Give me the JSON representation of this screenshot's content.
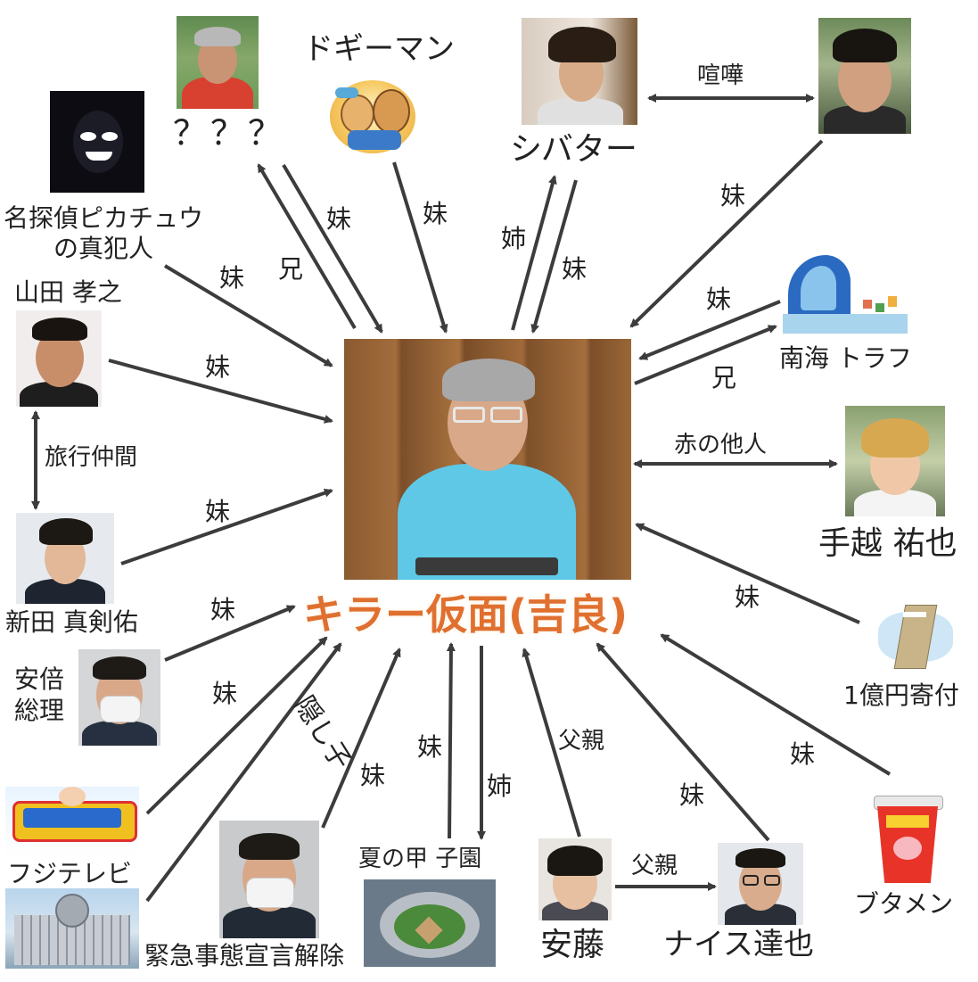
{
  "center": {
    "label": "キラー仮面(吉良)",
    "label_color": "#e07030"
  },
  "nodes": {
    "meitantei": "名探偵ピカチュウ\nの真犯人",
    "question": "？？？",
    "dogiman": "ドギーマン",
    "shibata": "シバター",
    "yamada": "山田 孝之",
    "nankai": "南海 トラフ",
    "tegoshi": "手越 祐也",
    "nitta": "新田 真剣佑",
    "ichioku": "1億円寄付",
    "abe": "安倍\n総理",
    "fuji": "フジテレビ",
    "kinkyu": "緊急事態宣言解除",
    "koshien": "夏の甲 子園",
    "ando": "安藤",
    "naisu": "ナイス達也",
    "butamen": "ブタメン"
  },
  "edge_labels": {
    "kenka": "喧嘩",
    "imouto": "妹",
    "ani": "兄",
    "ane": "姉",
    "ryoko": "旅行仲間",
    "akanotanin": "赤の他人",
    "kakushigo": "隠し子",
    "chichioya": "父親"
  },
  "icons": {
    "center_photo": "man-in-cyan-shirt-photo",
    "question_photo": "man-in-red-shirt-photo",
    "dogiman_logo": "cartoon-dogs-logo",
    "meitantei_photo": "shadow-culprit-silhouette",
    "nankai_illust": "tsunami-wave-illustration",
    "ichioku_illust": "money-stack-illustration",
    "butamen_photo": "instant-noodle-cup",
    "fuji_photo": "tv-building-and-show-logo",
    "koshien_photo": "baseball-stadium-aerial"
  },
  "colors": {
    "arrow": "#3c3c3c",
    "text": "#222222"
  }
}
